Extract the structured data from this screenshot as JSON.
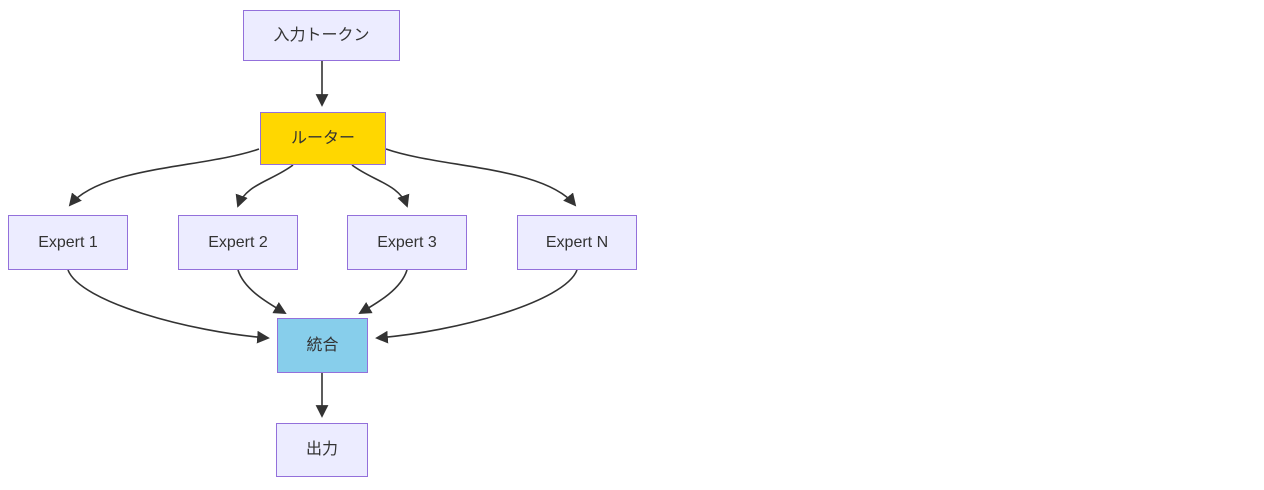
{
  "diagram": {
    "type": "flowchart",
    "nodes": {
      "input": {
        "label": "入力トークン",
        "fill": "#ECECFF"
      },
      "router": {
        "label": "ルーター",
        "fill": "#FFD700"
      },
      "expert1": {
        "label": "Expert 1",
        "fill": "#ECECFF"
      },
      "expert2": {
        "label": "Expert 2",
        "fill": "#ECECFF"
      },
      "expert3": {
        "label": "Expert 3",
        "fill": "#ECECFF"
      },
      "expertN": {
        "label": "Expert N",
        "fill": "#ECECFF"
      },
      "combine": {
        "label": "統合",
        "fill": "#87CEEB"
      },
      "output": {
        "label": "出力",
        "fill": "#ECECFF"
      }
    },
    "edges": [
      {
        "from": "input",
        "to": "router"
      },
      {
        "from": "router",
        "to": "expert1"
      },
      {
        "from": "router",
        "to": "expert2"
      },
      {
        "from": "router",
        "to": "expert3"
      },
      {
        "from": "router",
        "to": "expertN"
      },
      {
        "from": "expert1",
        "to": "combine"
      },
      {
        "from": "expert2",
        "to": "combine"
      },
      {
        "from": "expert3",
        "to": "combine"
      },
      {
        "from": "expertN",
        "to": "combine"
      },
      {
        "from": "combine",
        "to": "output"
      }
    ],
    "colors": {
      "node_border": "#9370DB",
      "edge": "#333333",
      "text": "#333333",
      "canvas": "#FFFFFF"
    }
  }
}
